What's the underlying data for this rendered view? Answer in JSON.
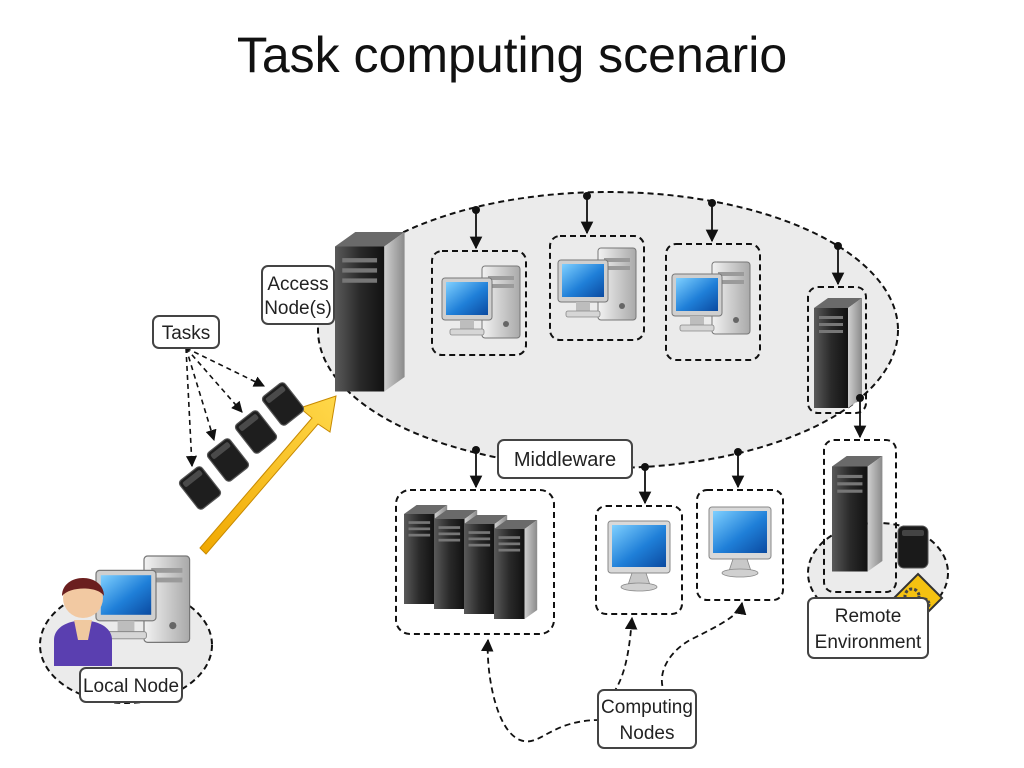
{
  "title": "Task computing scenario",
  "labels": {
    "access_node": [
      "Access",
      "Node(s)"
    ],
    "tasks": "Tasks",
    "middleware": "Middleware",
    "local_node": "Local Node",
    "computing_nodes": [
      "Computing",
      "Nodes"
    ],
    "remote_environment": [
      "Remote",
      "Environment"
    ]
  },
  "icons": {
    "access_server": "server-tower-icon",
    "workstation": "desktop-computer-icon",
    "server": "server-tower-icon",
    "cluster": "server-rack-icon",
    "monitor": "monitor-icon",
    "user": "user-avatar-icon",
    "phone": "mobile-device-icon",
    "gears": "gears-warning-icon",
    "task_block": "task-block-icon",
    "arrow": "submission-arrow-icon"
  },
  "colors": {
    "cloud_fill": "#ebebeb",
    "dashed_line": "#111111",
    "arrow_yellow": "#f5c211",
    "screen_blue": "#1f7fd8",
    "tower_dark": "#2c2c2c"
  }
}
